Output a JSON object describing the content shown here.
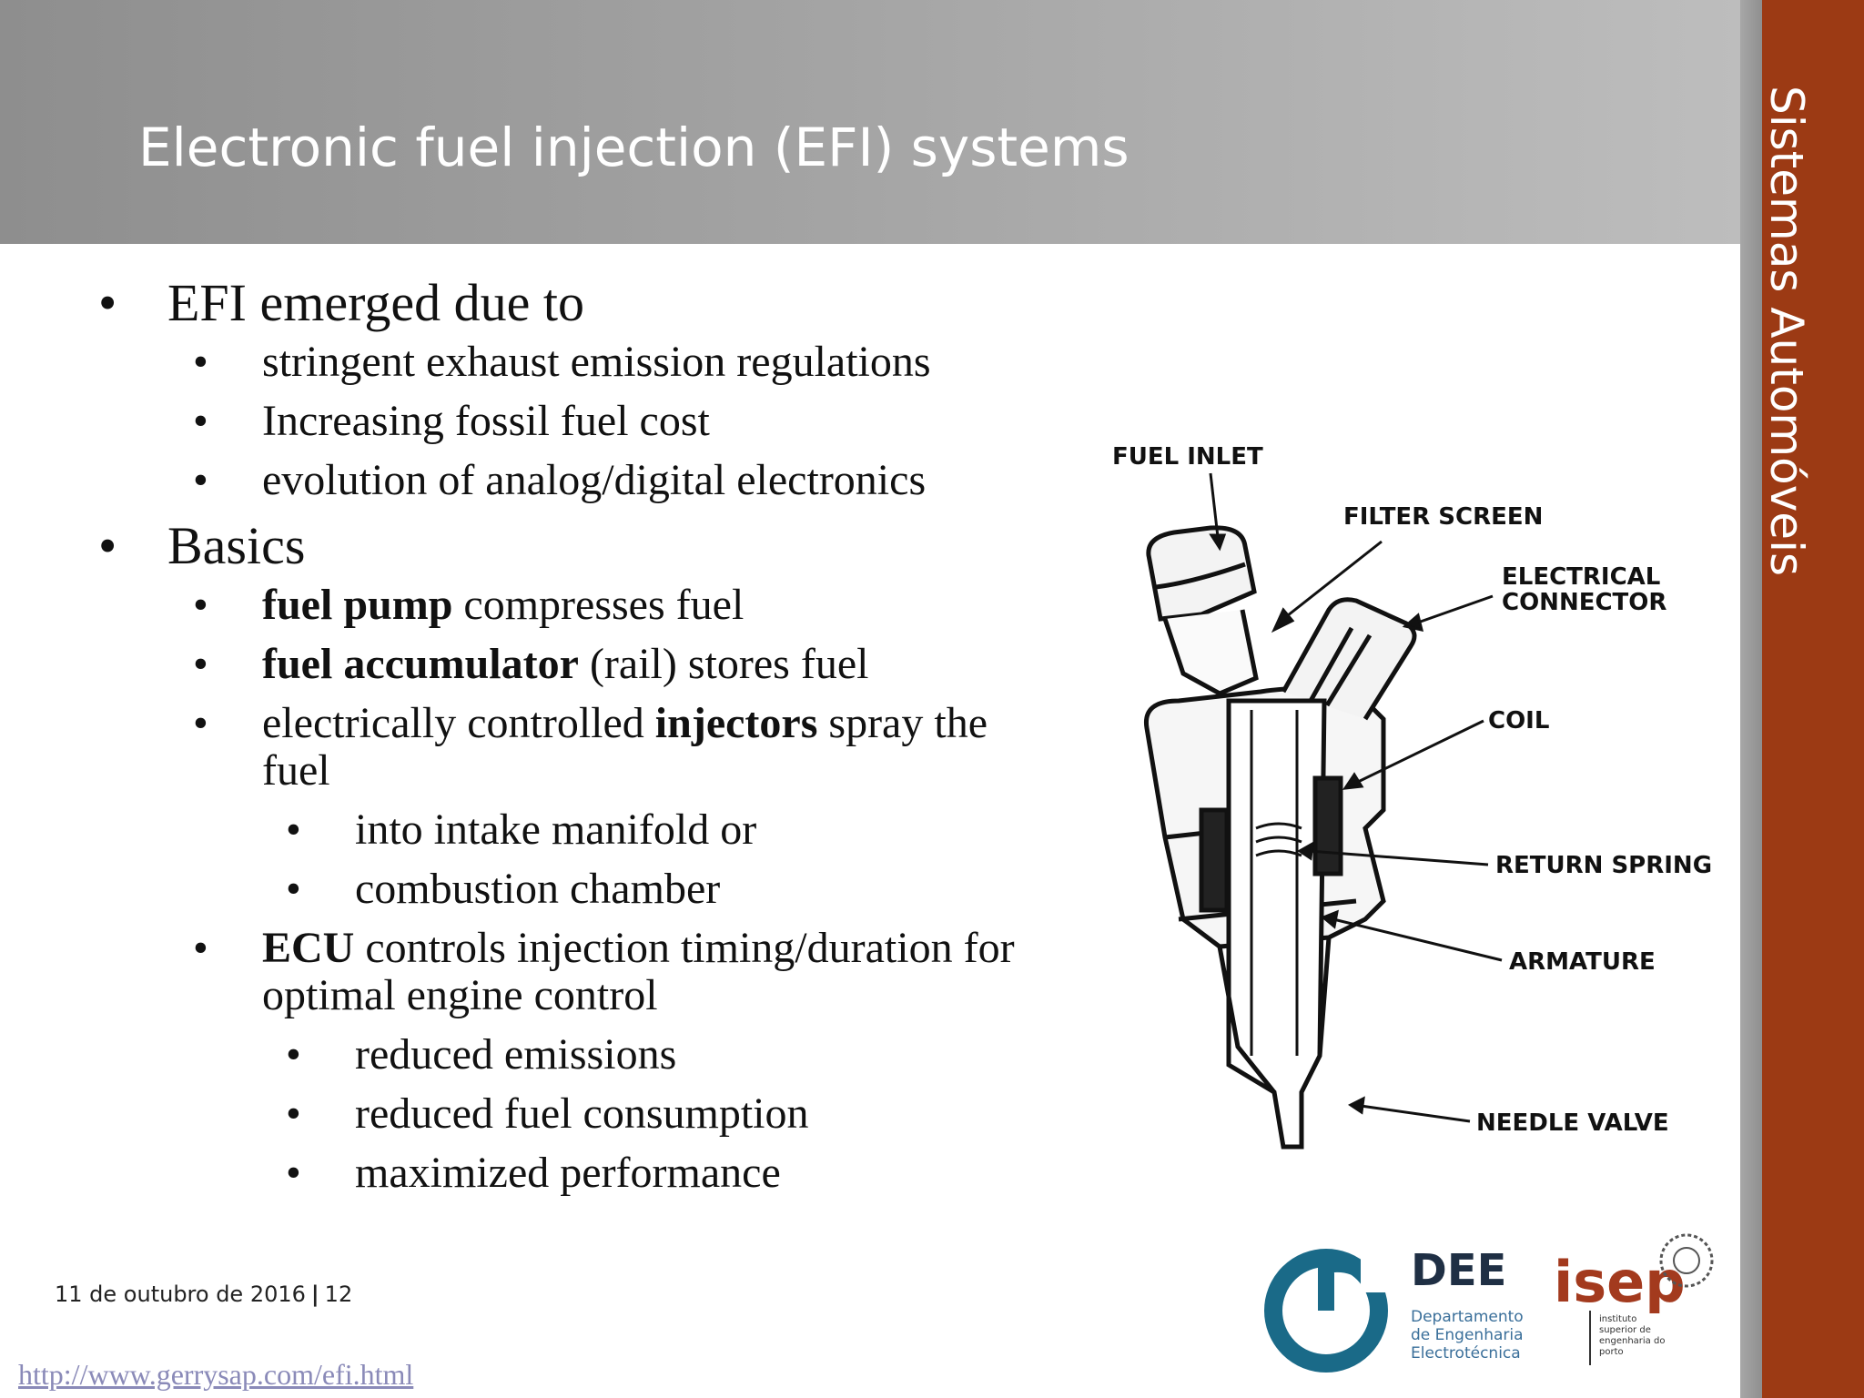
{
  "slide": {
    "title": "Electronic fuel injection (EFI) systems",
    "sidebar_title": "Sistemas Automóveis"
  },
  "bullets": {
    "b1": "EFI emerged due to",
    "b1_1": "stringent exhaust emission regulations",
    "b1_2": "Increasing fossil fuel cost",
    "b1_3": "evolution of analog/digital electronics",
    "b2": "Basics",
    "b2_1_bold": "fuel pump",
    "b2_1_rest": " compresses fuel",
    "b2_2_bold": "fuel accumulator",
    "b2_2_rest": " (rail) stores fuel",
    "b2_3_pre": "electrically controlled ",
    "b2_3_bold": "injectors",
    "b2_3_rest": " spray the fuel",
    "b2_3_1": "into intake manifold or",
    "b2_3_2": "combustion chamber",
    "b2_4_bold": "ECU",
    "b2_4_rest": " controls injection timing/duration for optimal engine control",
    "b2_4_1": "reduced emissions",
    "b2_4_2": "reduced fuel consumption",
    "b2_4_3": "maximized performance"
  },
  "diagram": {
    "labels": {
      "fuel_inlet": "FUEL INLET",
      "filter_screen": "FILTER SCREEN",
      "electrical_connector_1": "ELECTRICAL",
      "electrical_connector_2": "CONNECTOR",
      "coil": "COIL",
      "return_spring": "RETURN SPRING",
      "armature": "ARMATURE",
      "needle_valve": "NEEDLE VALVE"
    }
  },
  "footer": {
    "date": "11 de outubro de 2016",
    "separator": "|",
    "page": "12",
    "source_link": "http://www.gerrysap.com/efi.html"
  },
  "logos": {
    "dee": "DEE",
    "dee_line1": "Departamento",
    "dee_line2": "de Engenharia",
    "dee_line3": "Electrotécnica",
    "isep": "isep",
    "isep_line1": "instituto",
    "isep_line2": "superior de",
    "isep_line3": "engenharia do",
    "isep_line4": "porto"
  },
  "colors": {
    "sidebar": "#9c3a14",
    "header": "#a5a5a5",
    "isep": "#a33a1e",
    "dee_logo": "#1a6a88"
  }
}
